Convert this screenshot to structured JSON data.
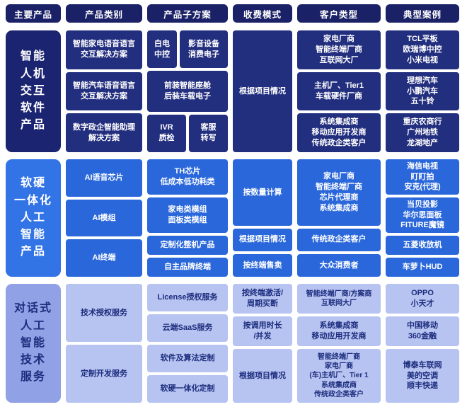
{
  "header": {
    "columns": [
      "主要产品",
      "产品类别",
      "产品子方案",
      "收费模式",
      "客户类型",
      "典型案例"
    ]
  },
  "bands": [
    {
      "label": "智能\n人机\n交互\n软件\n产品",
      "categories": [
        "智能家电语音语言\n交互解决方案",
        "智能汽车语音语言\n交互解决方案",
        "数字政企智能助理\n解决方案"
      ],
      "subplans": [
        "白电\n中控",
        "影音设备\n消费电子",
        "前装智能座舱\n后装车载电子",
        "IVR\n质检",
        "客服\n转写"
      ],
      "pricing": [
        "根据项目情况"
      ],
      "customers": [
        "家电厂商\n智能终端厂商\n互联网大厂",
        "主机厂、Tier1\n车载硬件厂商",
        "系统集成商\n移动应用开发商\n传统政企类客户"
      ],
      "cases": [
        "TCL平板\n欧瑞博中控\n小米电视",
        "理想汽车\n小鹏汽车\n五十铃",
        "重庆农商行\n广州地铁\n龙湖地产"
      ]
    },
    {
      "label": "软硬\n一体化\n人工\n智能\n产品",
      "categories": [
        "AI语音芯片",
        "AI模组",
        "AI终端"
      ],
      "subplans": [
        "TH芯片\n低成本低功耗类",
        "家电类模组\n面板类模组",
        "定制化整机产品",
        "自主品牌终端"
      ],
      "pricing": [
        "按数量计算",
        "根据项目情况",
        "按终端售卖"
      ],
      "customers": [
        "家电厂商\n智能终端厂商\n芯片代理商\n系统集成商",
        "传统政企类客户",
        "大众消费者"
      ],
      "cases": [
        "海信电视\n盯盯拍\n安克(代理)",
        "当贝投影\n华尔思面板\nFITURE魔镜",
        "五菱收放机",
        "车萝卜HUD"
      ]
    },
    {
      "label": "对话式\n人工\n智能\n技术\n服务",
      "categories": [
        "技术授权服务",
        "定制开发服务"
      ],
      "subplans": [
        "License授权服务",
        "云端SaaS服务",
        "软件及算法定制",
        "软硬一体化定制"
      ],
      "pricing": [
        "按终端激活/\n周期买断",
        "按调用时长\n/并发",
        "根据项目情况"
      ],
      "customers": [
        "智能终端厂商/方案商\n互联网大厂",
        "系统集成商\n移动应用开发商",
        "智能终端厂商\n家电厂商\n(车)主机厂、Tier 1\n系统集成商\n传统政企类客户"
      ],
      "cases": [
        "OPPO\n小天才",
        "中国移动\n360金融",
        "博泰车联网\n美的空调\n顺丰快递"
      ]
    }
  ],
  "colors": {
    "header_pill": "#1b2166",
    "band1_box": "#222e7e",
    "band2_box": "#2a67da",
    "band3_box": "#b7c3f0",
    "band3_band": "#90a1e5",
    "text_light": "#ffffff",
    "text_dark": "#1c2d7e",
    "background": "#ffffff"
  }
}
